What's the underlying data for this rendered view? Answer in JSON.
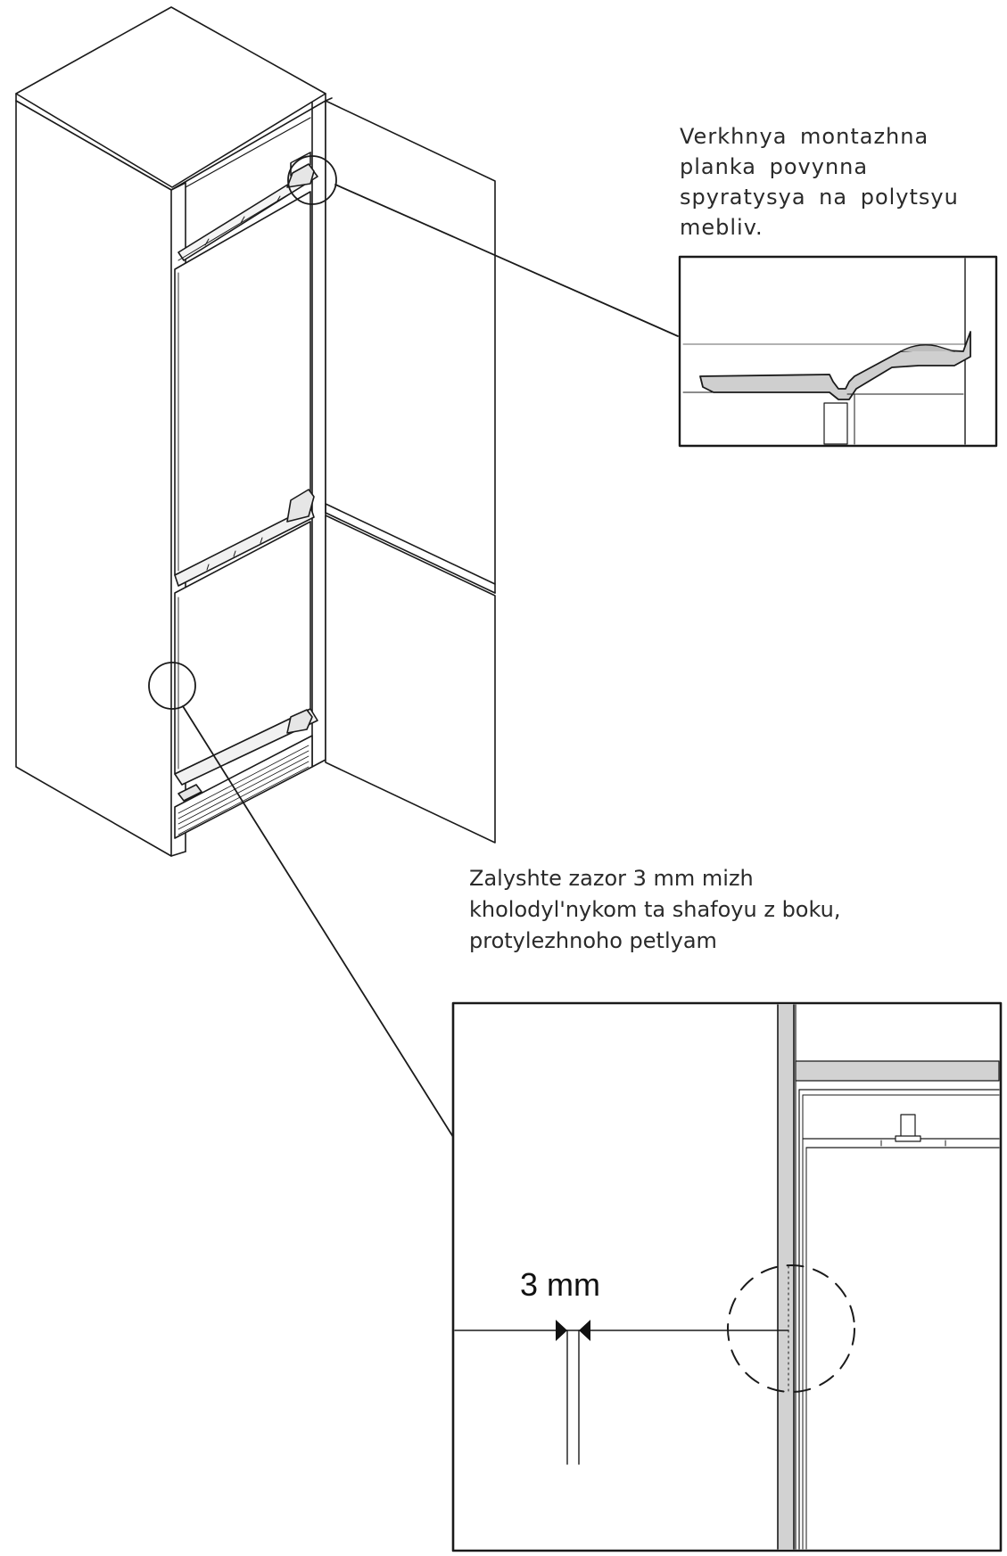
{
  "callouts": {
    "top": {
      "lines": [
        "Verkhnya  montazhna",
        "planka  povynna",
        "spyratysya  na  polytsyu",
        "mebliv."
      ]
    },
    "bottom": {
      "lines": [
        "Zalyshte zazor 3 mm mizh",
        "kholodyl'nykom ta shafoyu z boku,",
        "protylezhnoho petlyam"
      ]
    }
  },
  "detail": {
    "gap_label": "3 mm"
  },
  "colors": {
    "line": "#1a1a1a",
    "panel_gray": "#cfcfcf",
    "light_gray": "#e6e6e6"
  }
}
